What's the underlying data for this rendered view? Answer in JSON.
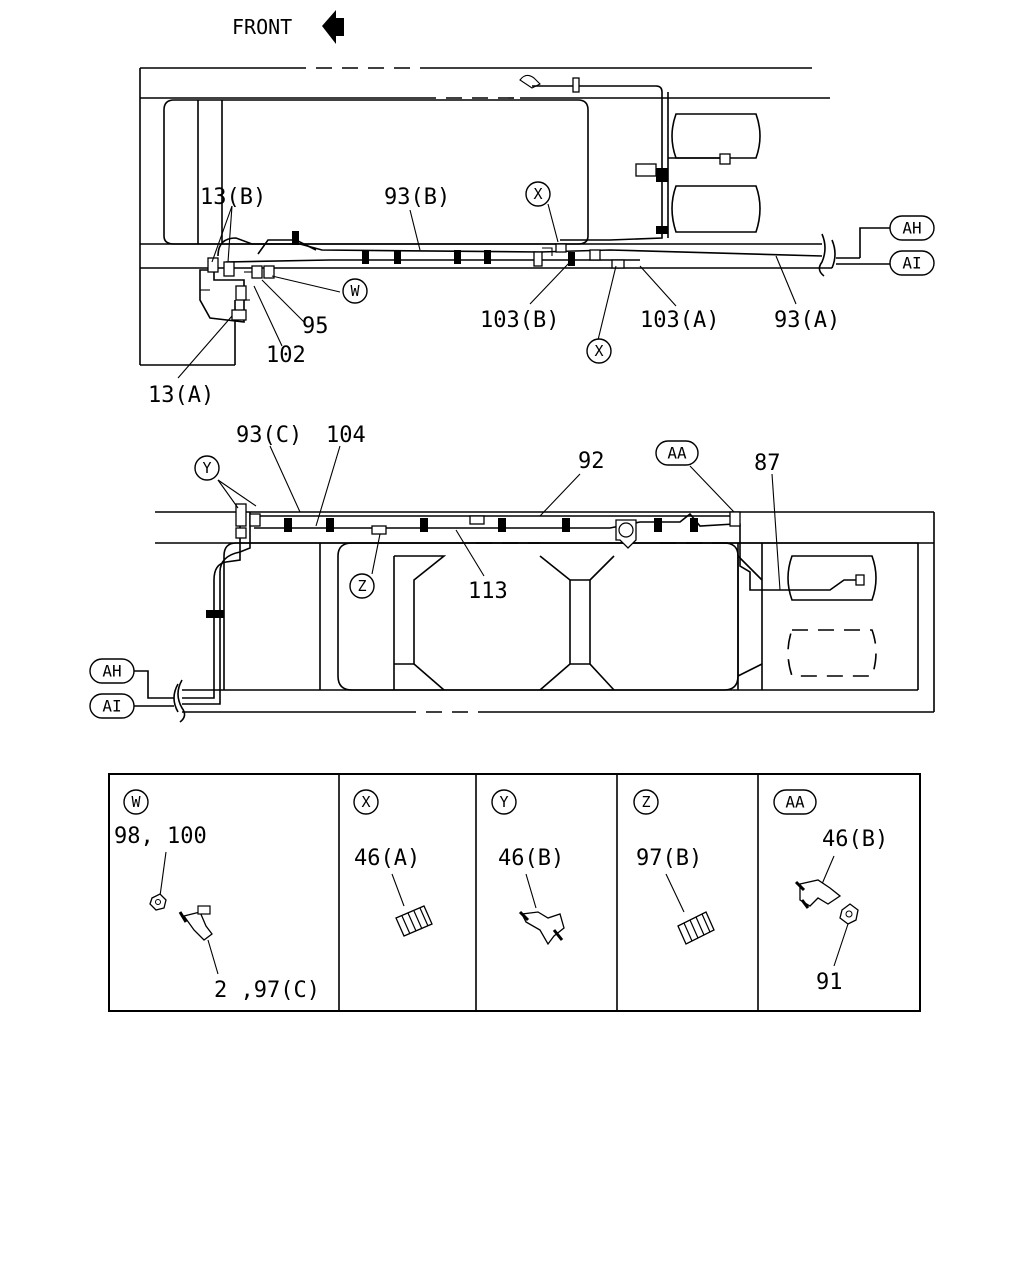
{
  "header": {
    "front_label": "FRONT"
  },
  "upper_view": {
    "labels": {
      "l13b": "13(B)",
      "l93b": "93(B)",
      "l95": "95",
      "l102": "102",
      "l13a": "13(A)",
      "l103b": "103(B)",
      "l103a": "103(A)",
      "l93a": "93(A)"
    },
    "callouts": {
      "x1": "X",
      "x2": "X",
      "w": "W"
    },
    "connectors": {
      "ah": "AH",
      "ai": "AI"
    }
  },
  "lower_view": {
    "labels": {
      "l93c": "93(C)",
      "l104": "104",
      "l92": "92",
      "l87": "87",
      "l113": "113"
    },
    "callouts": {
      "y": "Y",
      "z": "Z",
      "aa": "AA"
    },
    "connectors": {
      "ah": "AH",
      "ai": "AI"
    }
  },
  "detail_table": {
    "cells": [
      {
        "key": "W",
        "labels": [
          "98, 100",
          "2 ,97(C)"
        ]
      },
      {
        "key": "X",
        "labels": [
          "46(A)"
        ]
      },
      {
        "key": "Y",
        "labels": [
          "46(B)"
        ]
      },
      {
        "key": "Z",
        "labels": [
          "97(B)"
        ]
      },
      {
        "key": "AA",
        "labels": [
          "46(B)",
          "91"
        ]
      }
    ]
  }
}
